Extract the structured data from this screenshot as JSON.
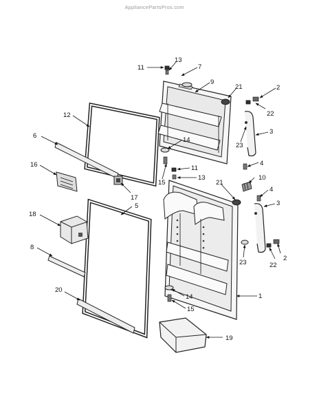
{
  "watermark": "AppliancePartsPros.com",
  "callouts": {
    "c1": "1",
    "c2a": "2",
    "c2b": "2",
    "c3a": "3",
    "c3b": "3",
    "c4a": "4",
    "c4b": "4",
    "c5": "5",
    "c6": "6",
    "c7": "7",
    "c8": "8",
    "c9": "9",
    "c10": "10",
    "c11a": "11",
    "c11b": "11",
    "c12": "12",
    "c13a": "13",
    "c13b": "13",
    "c14a": "14",
    "c14b": "14",
    "c15a": "15",
    "c15b": "15",
    "c16": "16",
    "c17": "17",
    "c18": "18",
    "c19": "19",
    "c20": "20",
    "c21a": "21",
    "c21b": "21",
    "c22a": "22",
    "c22b": "22",
    "c23a": "23",
    "c23b": "23"
  }
}
